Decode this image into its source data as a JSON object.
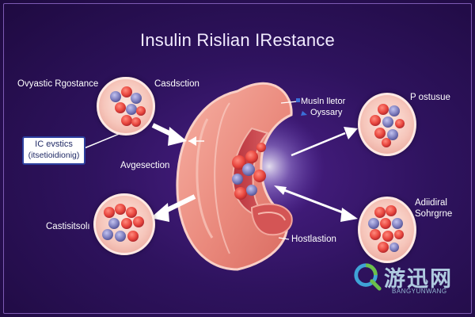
{
  "title": "Insulin Rislian IRestance",
  "labels": {
    "top_left_a": "Ovyastic Rgostance",
    "top_left_b": "Casdsction",
    "top_center_a": "Musln lletor",
    "top_center_b": "Oyssary",
    "top_right": "P ostusue",
    "middle_left": "Avgesection",
    "bottom_left": "Castisitsolı",
    "bottom_center": "Hostlastion",
    "bottom_right_a": "Adiidiral",
    "bottom_right_b": "Sohrgrne"
  },
  "label_box": {
    "line1": "IC evstics",
    "line2": "(itsetioidionig)"
  },
  "watermark": {
    "text": "游迅网",
    "sub": "BANGYUNWANG"
  },
  "colors": {
    "background": "#2f135f",
    "cell_red": "#e8463e",
    "cell_blue": "#7f7fbf",
    "node_fill": "#f6c6bb",
    "arrow": "#ffffff",
    "label_box_border": "#2c3f9f"
  }
}
